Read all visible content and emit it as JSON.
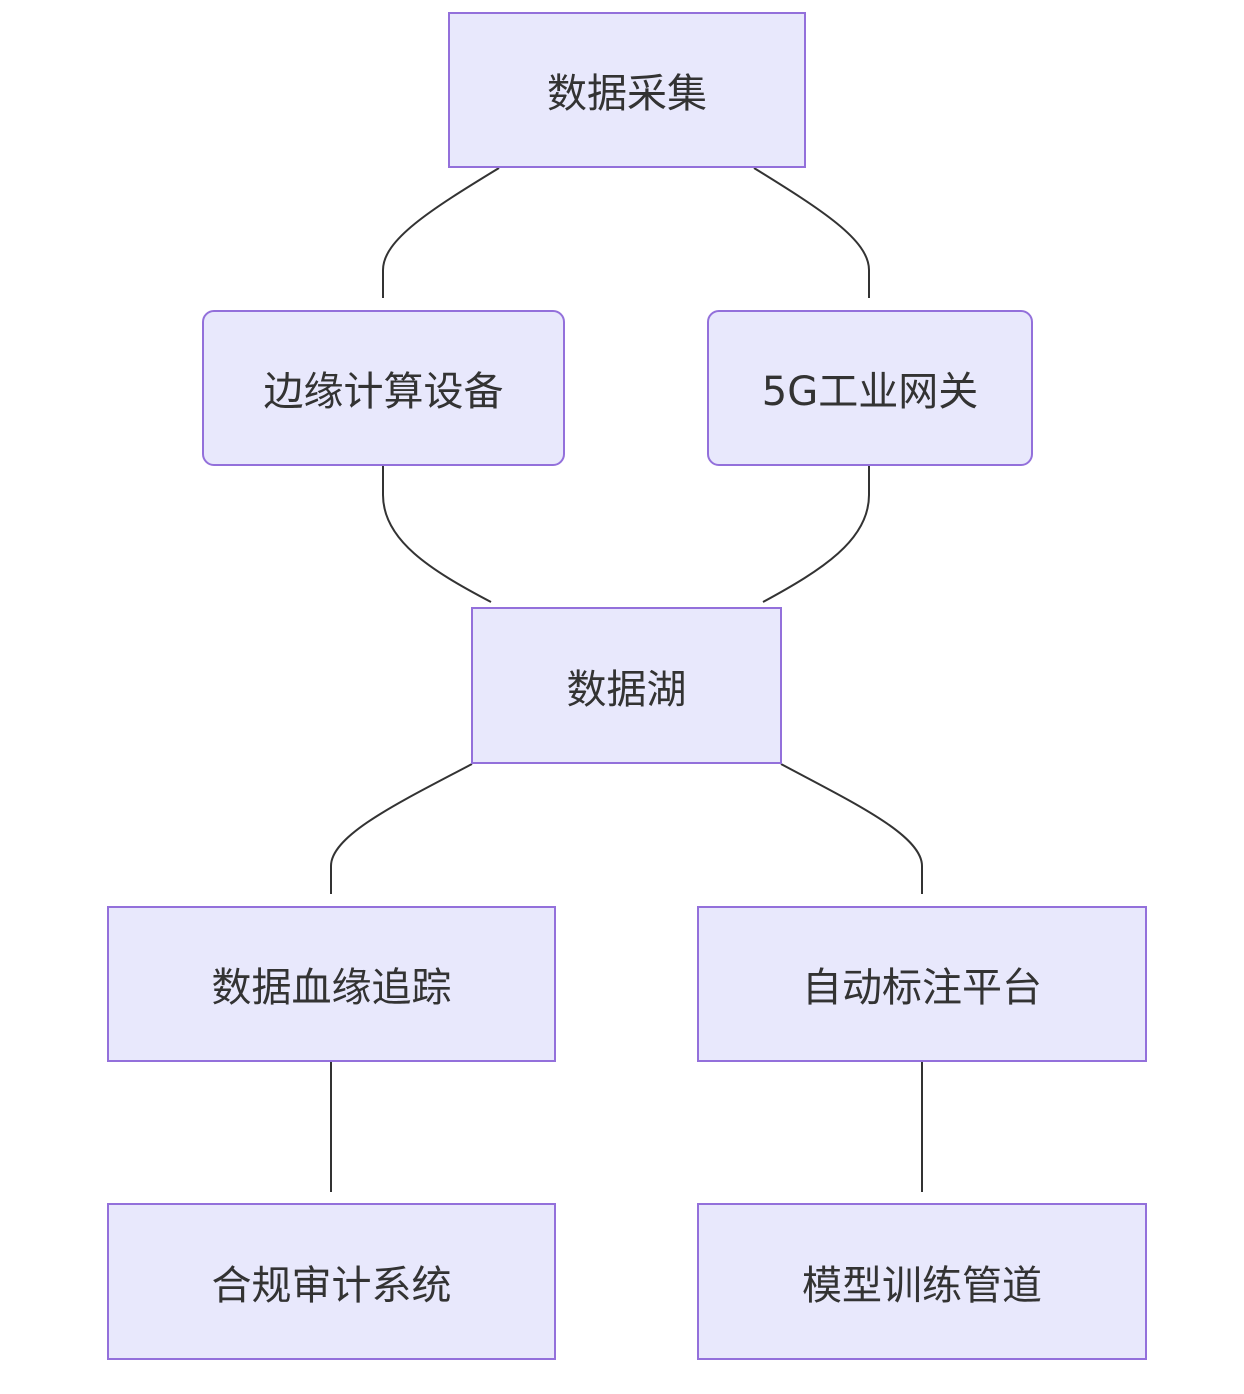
{
  "diagram": {
    "nodes": {
      "data_collection": "数据采集",
      "edge_device": "边缘计算设备",
      "gateway_5g": "5G工业网关",
      "data_lake": "数据湖",
      "data_lineage": "数据血缘追踪",
      "auto_labeling": "自动标注平台",
      "compliance_audit": "合规审计系统",
      "model_training": "模型训练管道"
    },
    "colors": {
      "node_fill": "#e8e8fc",
      "node_border": "#9370db",
      "edge": "#333333",
      "text": "#333333"
    }
  }
}
